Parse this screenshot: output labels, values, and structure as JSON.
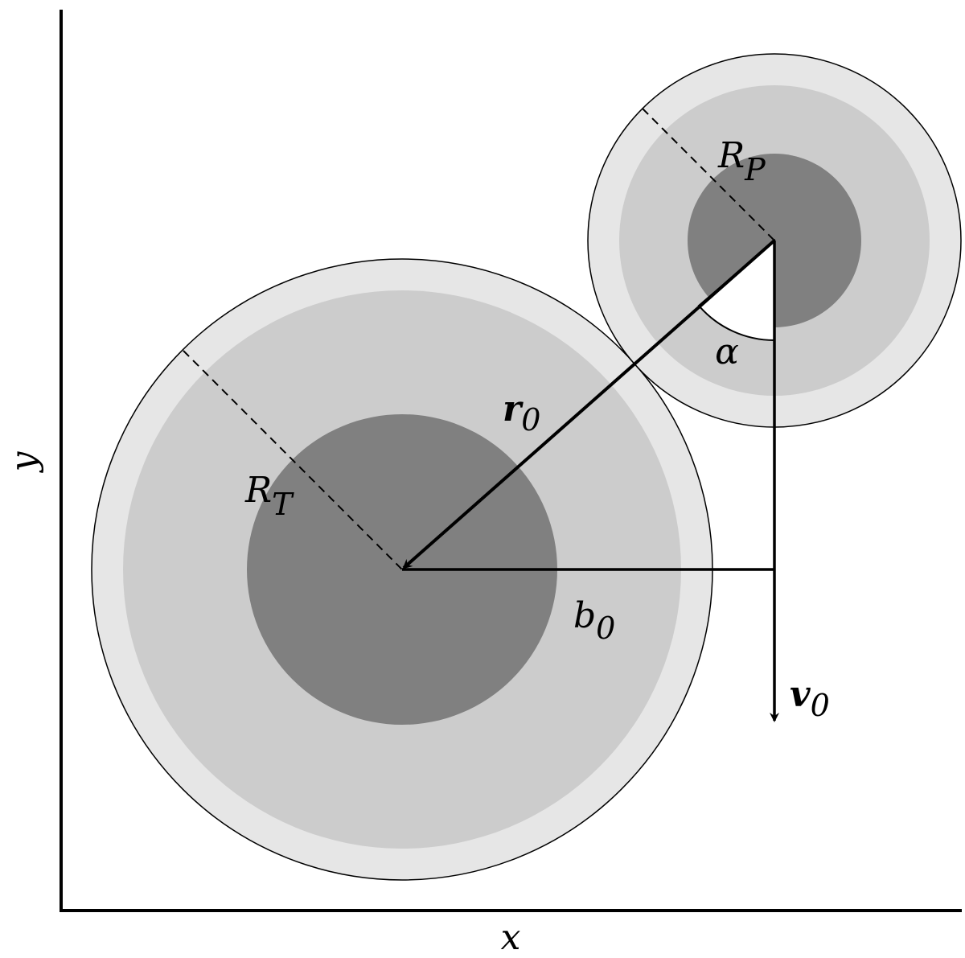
{
  "axes": {
    "x_label": "x",
    "y_label": "y"
  },
  "target": {
    "radius_label": "R",
    "radius_subscript": "T"
  },
  "projectile": {
    "radius_label": "R",
    "radius_subscript": "P"
  },
  "vectors": {
    "r0_label": "r",
    "r0_subscript": "0",
    "v0_label": "v",
    "v0_subscript": "0"
  },
  "impact_parameter": {
    "label": "b",
    "subscript": "0"
  },
  "angle": {
    "label": "α"
  },
  "colors": {
    "outer_shell": "#e6e6e6",
    "middle_shell": "#cccccc",
    "core": "#808080",
    "line": "#000000"
  }
}
